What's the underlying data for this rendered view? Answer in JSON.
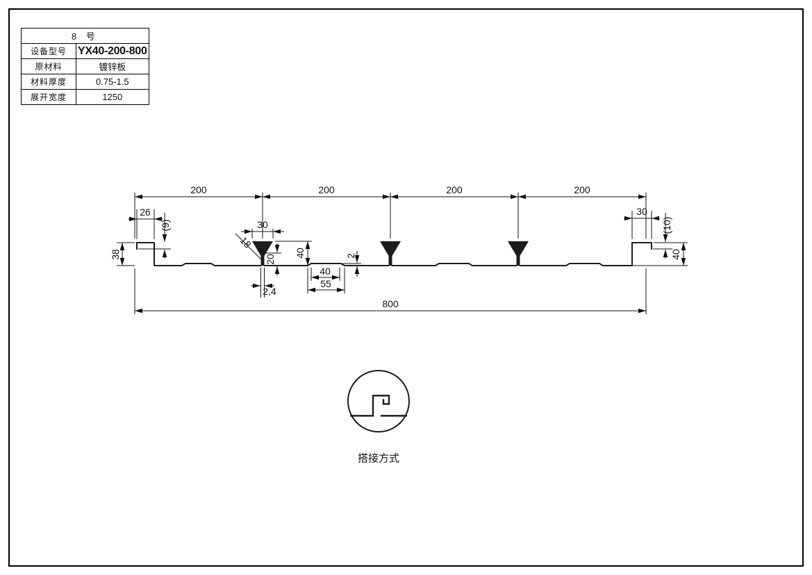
{
  "title_block": {
    "header": "8  号",
    "rows": [
      {
        "label": "设备型号",
        "value": "YX40-200-800"
      },
      {
        "label": "原材料",
        "value": "镀锌板"
      },
      {
        "label": "材料厚度",
        "value": "0.75-1.5"
      },
      {
        "label": "展开宽度",
        "value": "1250"
      }
    ]
  },
  "drawing": {
    "dims": {
      "spans": [
        "200",
        "200",
        "200",
        "200"
      ],
      "total": "800",
      "left_lip": "26",
      "left_notch": "(9)",
      "left_height": "38",
      "rib_cap_width": "30",
      "rib_slant": "18",
      "rib_stem_height": "20",
      "rib_height": "40",
      "groove_width": "40",
      "groove_pitch": "55",
      "groove_depth": "2",
      "stem_width": "2,4",
      "right_lip": "30",
      "right_notch": "(10)",
      "right_height": "40"
    },
    "detail_caption": "搭接方式"
  }
}
